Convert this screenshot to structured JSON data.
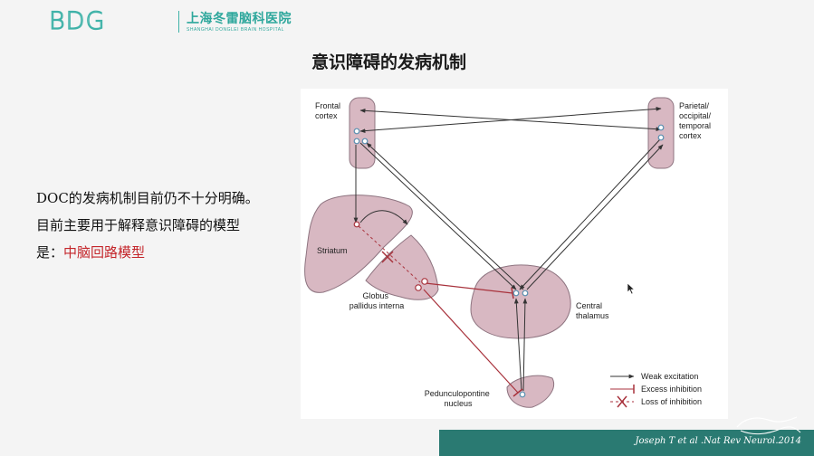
{
  "header": {
    "logo_mark": "BDG",
    "hospital_name_cn": "上海冬雷脑科医院",
    "hospital_name_en": "SHANGHAI DONGLEI BRAIN HOSPITAL"
  },
  "title": "意识障碍的发病机制",
  "body_text": {
    "line1": "DOC的发病机制目前仍不十分明确。",
    "line2": "目前主要用于解释意识障碍的模型",
    "line3_prefix": "是：",
    "line3_highlight": "中脑回路模型"
  },
  "diagram": {
    "regions": {
      "frontal_cortex": [
        "Frontal",
        "cortex"
      ],
      "parietal_cortex": [
        "Parietal/",
        "occipital/",
        "temporal",
        "cortex"
      ],
      "striatum": [
        "Striatum"
      ],
      "globus_pallidus": [
        "Globus",
        "pallidus interna"
      ],
      "central_thalamus": [
        "Central",
        "thalamus"
      ],
      "pedunculopontine": [
        "Pedunculopontine",
        "nucleus"
      ]
    },
    "legend": {
      "weak_excitation": "Weak excitation",
      "excess_inhibition": "Excess inhibition",
      "loss_of_inhibition": "Loss of inhibition"
    },
    "colors": {
      "region_fill": "#d8b8c2",
      "region_stroke": "#8e7480",
      "excitation": "#333333",
      "inhibition": "#a8323c",
      "node": "#5a8fb0"
    }
  },
  "footer": {
    "citation": "Joseph T et al .Nat Rev Neurol.2014"
  }
}
